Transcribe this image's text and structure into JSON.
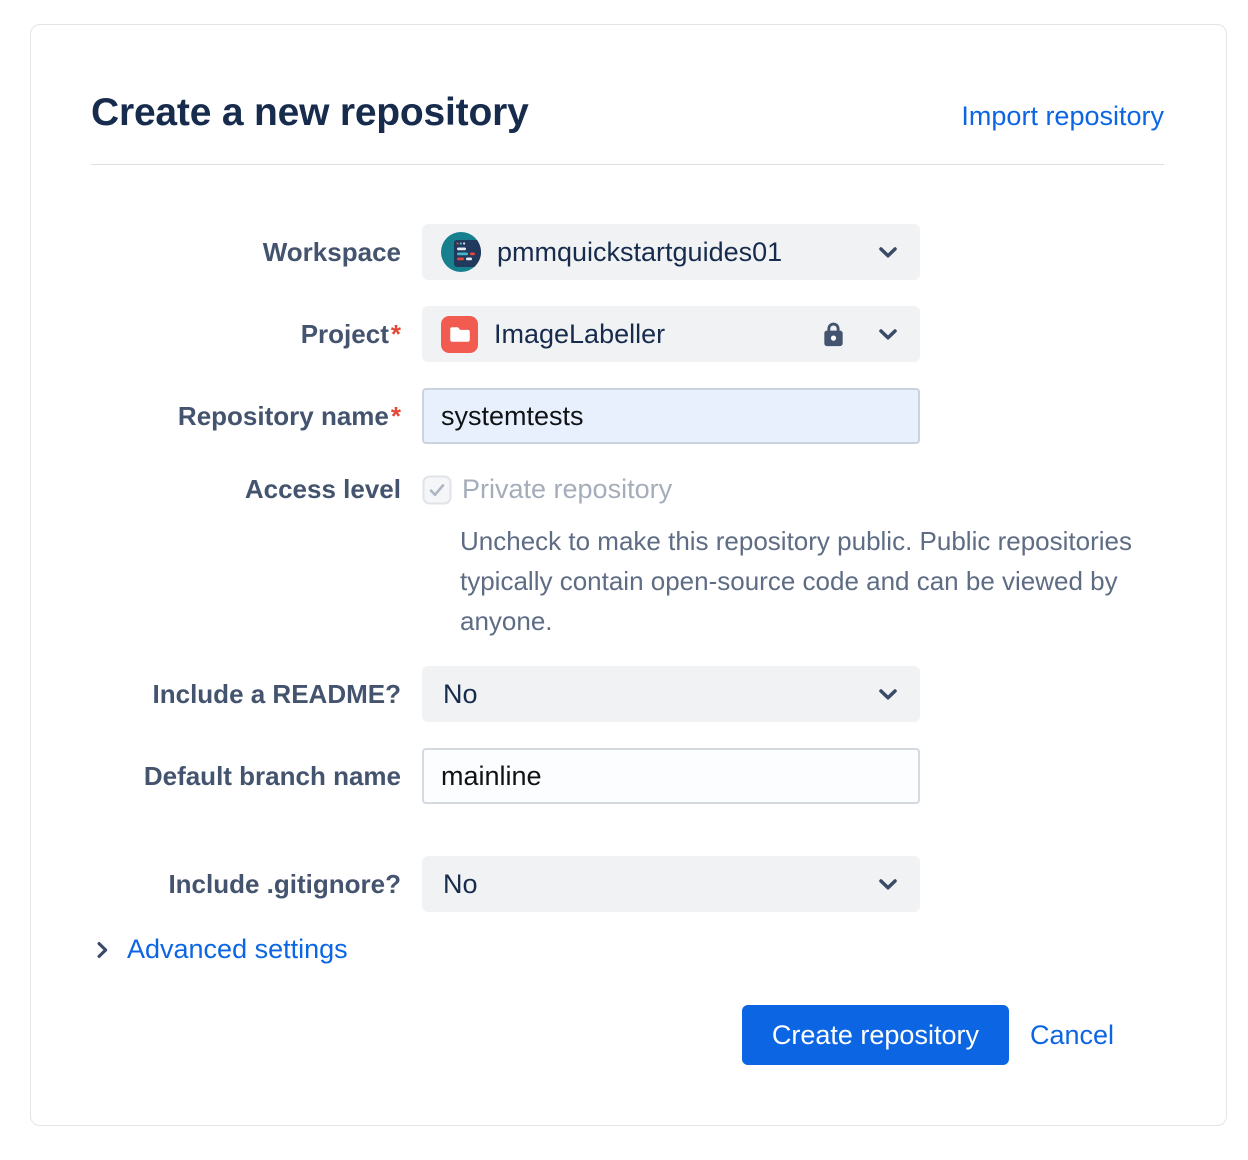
{
  "page": {
    "title": "Create a new repository",
    "import_link": "Import repository"
  },
  "form": {
    "workspace": {
      "label": "Workspace",
      "value": "pmmquickstartguides01"
    },
    "project": {
      "label": "Project",
      "required": "*",
      "value": "ImageLabeller"
    },
    "repo_name": {
      "label": "Repository name",
      "required": "*",
      "value": "systemtests"
    },
    "access_level": {
      "label": "Access level",
      "checkbox_label": "Private repository",
      "checkbox_checked": true,
      "checkbox_disabled": true,
      "helper": "Uncheck to make this repository public. Public repositories typically contain open-source code and can be viewed by anyone."
    },
    "readme": {
      "label": "Include a README?",
      "value": "No"
    },
    "default_branch": {
      "label": "Default branch name",
      "value": "mainline"
    },
    "gitignore": {
      "label": "Include .gitignore?",
      "value": "No"
    },
    "advanced": {
      "label": "Advanced settings"
    }
  },
  "actions": {
    "create": "Create repository",
    "cancel": "Cancel"
  },
  "icons": {
    "workspace_avatar": "workspace-avatar-icon",
    "project_folder": "project-folder-icon",
    "lock": "lock-icon",
    "chevron_down": "chevron-down-icon",
    "chevron_right": "chevron-right-icon",
    "check": "check-icon"
  },
  "colors": {
    "accent_blue": "#0C66E4",
    "title_navy": "#172B4D",
    "label_slate": "#44546F",
    "field_gray": "#F1F2F4",
    "autofill_blue": "#E8F0FE",
    "workspace_avatar_teal": "#17808F",
    "project_icon_red": "#F15B50",
    "required_red": "#E34935",
    "disabled_text": "#A5ADBA",
    "helper_gray": "#5E6C84"
  }
}
